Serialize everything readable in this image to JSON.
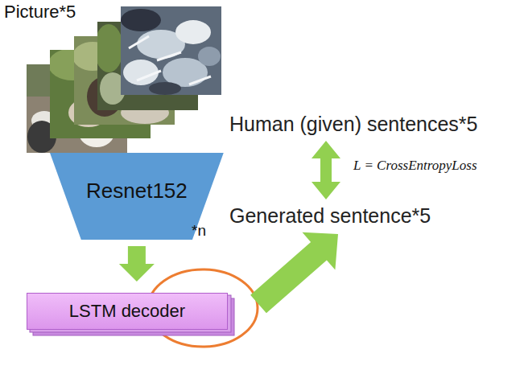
{
  "diagram": {
    "nodes": [
      {
        "text": [
          "Resnet152"
        ]
      },
      {
        "text": [
          "LSTM decoder"
        ]
      },
      {
        "text": [
          "Human (given) sentences*5"
        ]
      },
      {
        "text": [
          "Generated sentence*5"
        ]
      }
    ],
    "edges": [
      {
        "from": 0,
        "to": 1,
        "arrow": "to"
      },
      {
        "from": 1,
        "to": 3,
        "arrow": "to"
      },
      {
        "from": 2,
        "to": 3,
        "label": "L = CrossEntropyLoss",
        "arrow": "both"
      }
    ],
    "labels": [
      "Picture*5",
      "*n"
    ]
  }
}
